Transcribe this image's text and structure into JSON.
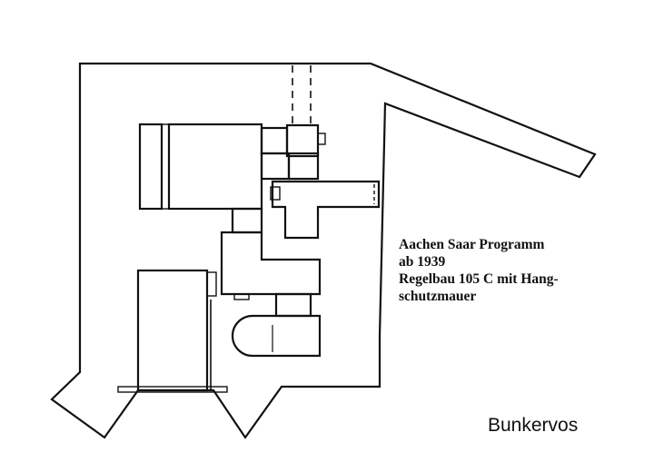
{
  "caption": {
    "line1": "Aachen Saar Programm",
    "line2": "ab 1939",
    "line3": "Regelbau  105 C mit Hang-",
    "line4": "schutzmauer"
  },
  "brand": "Bunkervos"
}
